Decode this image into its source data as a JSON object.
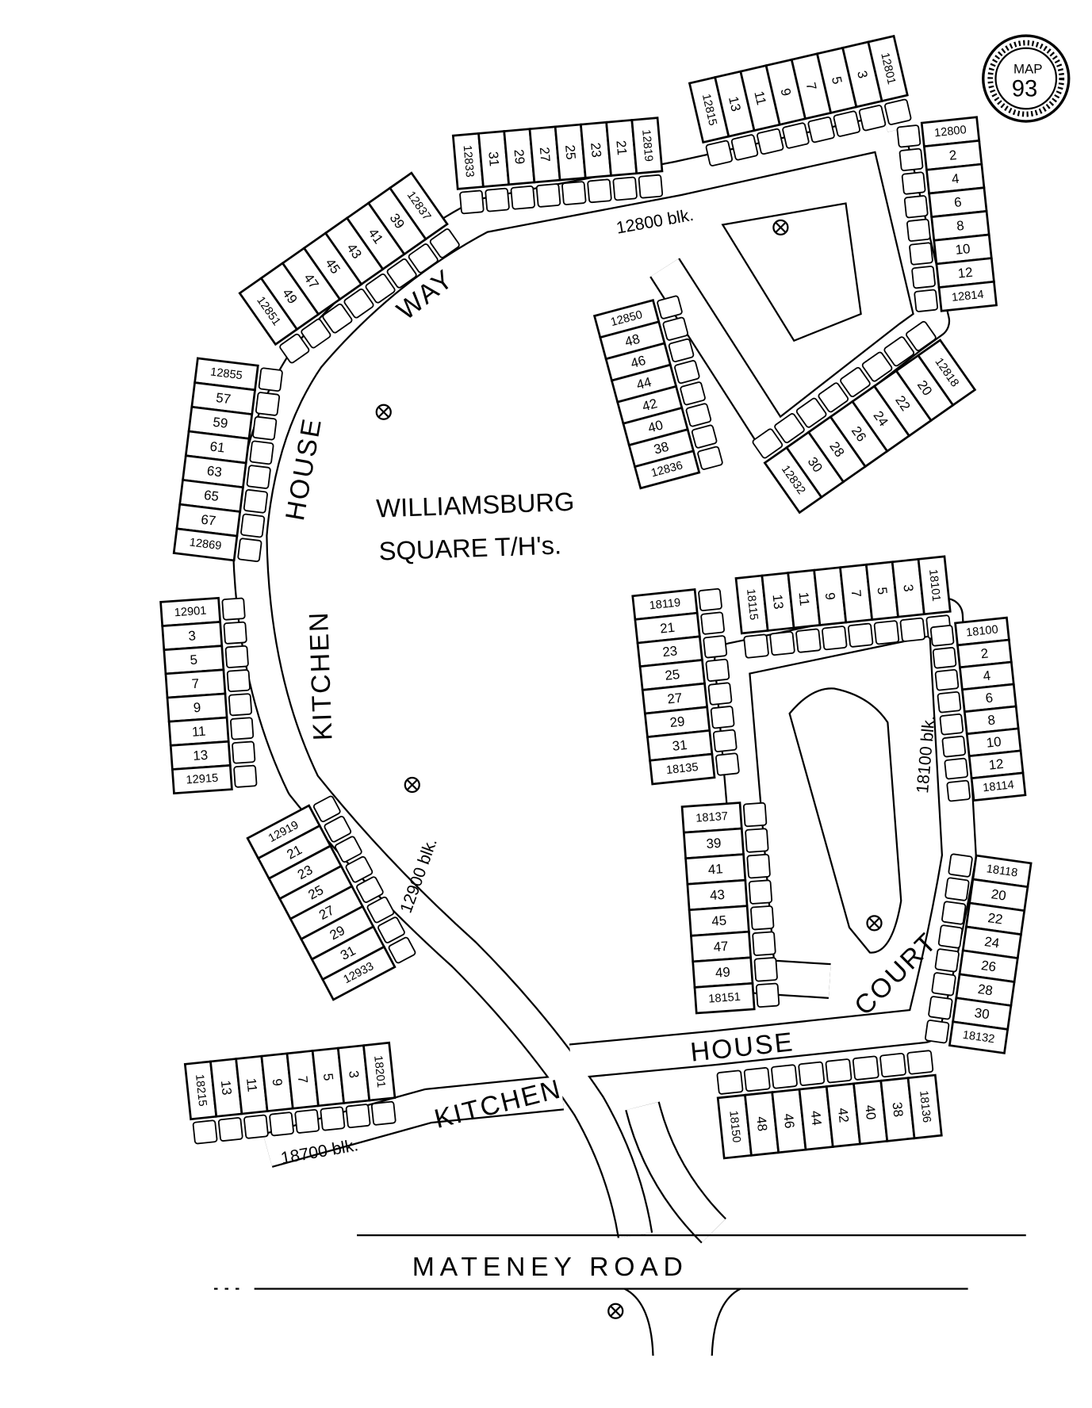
{
  "stamp": {
    "line1": "MAP",
    "line2": "93"
  },
  "title": {
    "line1": "WILLIAMSBURG",
    "line2": "SQUARE T/H's."
  },
  "street_labels": {
    "way": "WAY",
    "house_west": "HOUSE",
    "kitchen_west": "KITCHEN",
    "house_south": "HOUSE",
    "court": "COURT",
    "kitchen_south": "KITCHEN",
    "mateney_road": "MATENEY ROAD"
  },
  "block_labels": {
    "b12800": "12800 blk.",
    "b12900": "12900 blk.",
    "b18100": "18100 blk.",
    "b18700": "18700 blk."
  },
  "colors": {
    "ink": "#000000",
    "paper": "#ffffff"
  },
  "buildings": [
    {
      "units": [
        "12815",
        "13",
        "11",
        "9",
        "7",
        "5",
        "3",
        "12801"
      ]
    },
    {
      "units": [
        "12833",
        "31",
        "29",
        "27",
        "25",
        "23",
        "21",
        "12819"
      ]
    },
    {
      "units": [
        "12851",
        "49",
        "47",
        "45",
        "43",
        "41",
        "39",
        "12837"
      ]
    },
    {
      "units": [
        "12855",
        "57",
        "59",
        "61",
        "63",
        "65",
        "67",
        "12869"
      ]
    },
    {
      "units": [
        "12901",
        "3",
        "5",
        "7",
        "9",
        "11",
        "13",
        "12915"
      ]
    },
    {
      "units": [
        "12919",
        "21",
        "23",
        "25",
        "27",
        "29",
        "31",
        "12933"
      ]
    },
    {
      "units": [
        "18215",
        "13",
        "11",
        "9",
        "7",
        "5",
        "3",
        "18201"
      ]
    },
    {
      "units": [
        "12850",
        "48",
        "46",
        "44",
        "42",
        "40",
        "38",
        "12836"
      ]
    },
    {
      "units": [
        "12800",
        "2",
        "4",
        "6",
        "8",
        "10",
        "12",
        "12814"
      ]
    },
    {
      "units": [
        "12832",
        "30",
        "28",
        "26",
        "24",
        "22",
        "20",
        "12818"
      ]
    },
    {
      "units": [
        "18119",
        "21",
        "23",
        "25",
        "27",
        "29",
        "31",
        "18135"
      ]
    },
    {
      "units": [
        "18115",
        "13",
        "11",
        "9",
        "7",
        "5",
        "3",
        "18101"
      ]
    },
    {
      "units": [
        "18100",
        "2",
        "4",
        "6",
        "8",
        "10",
        "12",
        "18114"
      ]
    },
    {
      "units": [
        "18137",
        "39",
        "41",
        "43",
        "45",
        "47",
        "49",
        "18151"
      ]
    },
    {
      "units": [
        "18118",
        "20",
        "22",
        "24",
        "26",
        "28",
        "30",
        "18132"
      ]
    },
    {
      "units": [
        "18150",
        "48",
        "46",
        "44",
        "42",
        "40",
        "38",
        "18136"
      ]
    }
  ]
}
